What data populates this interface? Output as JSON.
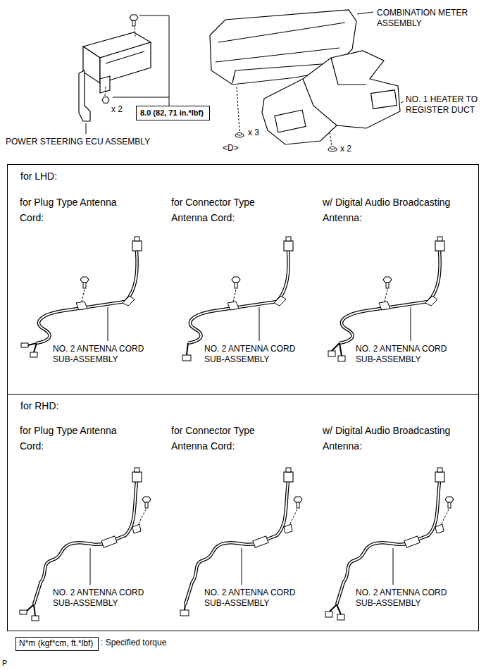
{
  "diagram": {
    "nodes": [
      {
        "text": [
          "8.0 (82, 71 in.*lbf)"
        ]
      },
      {
        "text": [
          "for LHD:"
        ]
      },
      {
        "text": [
          "for RHD:"
        ]
      },
      {
        "text": [
          "N*m (kgf*cm, ft.*lbf)"
        ]
      }
    ],
    "labels": [
      "COMBINATION METER ASSEMBLY",
      "NO. 1 HEATER TO REGISTER DUCT",
      "POWER STEERING ECU ASSEMBLY",
      "x 2",
      "x 3",
      "<D>",
      "x 2",
      "for Plug Type Antenna Cord:",
      "for Connector Type Antenna Cord:",
      "w/ Digital Audio Broadcasting Antenna:",
      "NO. 2 ANTENNA CORD SUB-ASSEMBLY",
      "NO. 2 ANTENNA CORD SUB-ASSEMBLY",
      "NO. 2 ANTENNA CORD SUB-ASSEMBLY",
      "for Plug Type Antenna Cord:",
      "for Connector Type Antenna Cord:",
      "w/ Digital Audio Broadcasting Antenna:",
      "NO. 2 ANTENNA CORD SUB-ASSEMBLY",
      "NO. 2 ANTENNA CORD SUB-ASSEMBLY",
      "NO. 2 ANTENNA CORD SUB-ASSEMBLY",
      ": Specified torque",
      "P"
    ]
  }
}
